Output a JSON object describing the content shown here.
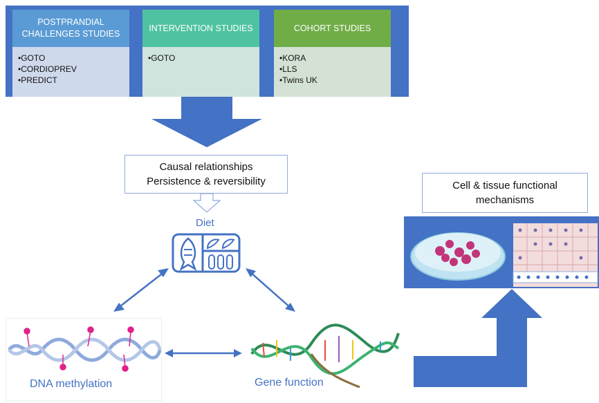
{
  "studies": [
    {
      "title": "POSTPRANDIAL CHALLENGES STUDIES",
      "items": [
        "GOTO",
        "CORDIOPREV",
        "PREDICT"
      ]
    },
    {
      "title": "INTERVENTION STUDIES",
      "items": [
        "GOTO"
      ]
    },
    {
      "title": "COHORT STUDIES",
      "items": [
        "KORA",
        "LLS",
        "Twins UK"
      ]
    }
  ],
  "causal_box": {
    "line1": "Causal relationships",
    "line2": "Persistence & reversibility"
  },
  "diet_label": "Diet",
  "dna_label": "DNA methylation",
  "gene_label": "Gene function",
  "cell_box": {
    "line1": "Cell & tissue functional",
    "line2": "mechanisms"
  },
  "colors": {
    "panel": "#4472c4",
    "arrow": "#4472c4",
    "icon": "#4472c4"
  }
}
